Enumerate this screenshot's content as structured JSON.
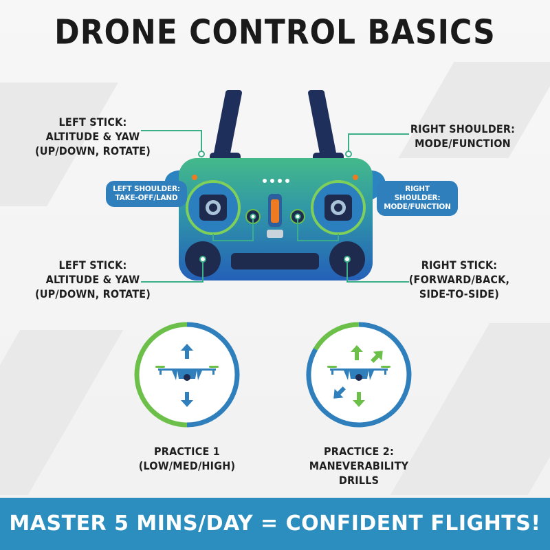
{
  "title": "DRONE CONTROL BASICS",
  "labels": {
    "top_left": [
      "LEFT STICK:",
      "ALTITUDE & YAW",
      "(UP/DOWN, ROTATE)"
    ],
    "top_right": [
      "RIGHT SHOULDER:",
      "MODE/FUNCTION"
    ],
    "bottom_left": [
      "LEFT STICK:",
      "ALTITUDE & YAW",
      "(UP/DOWN, ROTATE)"
    ],
    "bottom_right": [
      "RIGHT STICK:",
      "(FORWARD/BACK,",
      "SIDE-TO-SIDE)"
    ]
  },
  "pills": {
    "left": [
      "LEFT SHOULDER:",
      "TAKE-OFF/LAND"
    ],
    "right": [
      "RIGHT SHOULDER:",
      "MODE/FUNCTION"
    ]
  },
  "practice": [
    {
      "lines": [
        "PRACTICE 1",
        "(LOW/MED/HIGH)"
      ]
    },
    {
      "lines": [
        "PRACTICE 2:",
        "MANEVERABILITY",
        "DRILLS"
      ]
    }
  ],
  "footer": "MASTER 5 MINS/DAY = CONFIDENT FLIGHTS!",
  "colors": {
    "accent_green": "#6cc04a",
    "accent_blue": "#2f7fbd",
    "controller_top": "#3fb08a",
    "controller_bottom": "#2466b8",
    "antenna": "#1f2f5c",
    "orange": "#ee7a22",
    "footer_bg": "#2b8ebf"
  },
  "icons": [
    "drone-icon",
    "arrow-up-icon",
    "arrow-down-icon",
    "arrow-diagonal-icon",
    "controller-illustration"
  ]
}
